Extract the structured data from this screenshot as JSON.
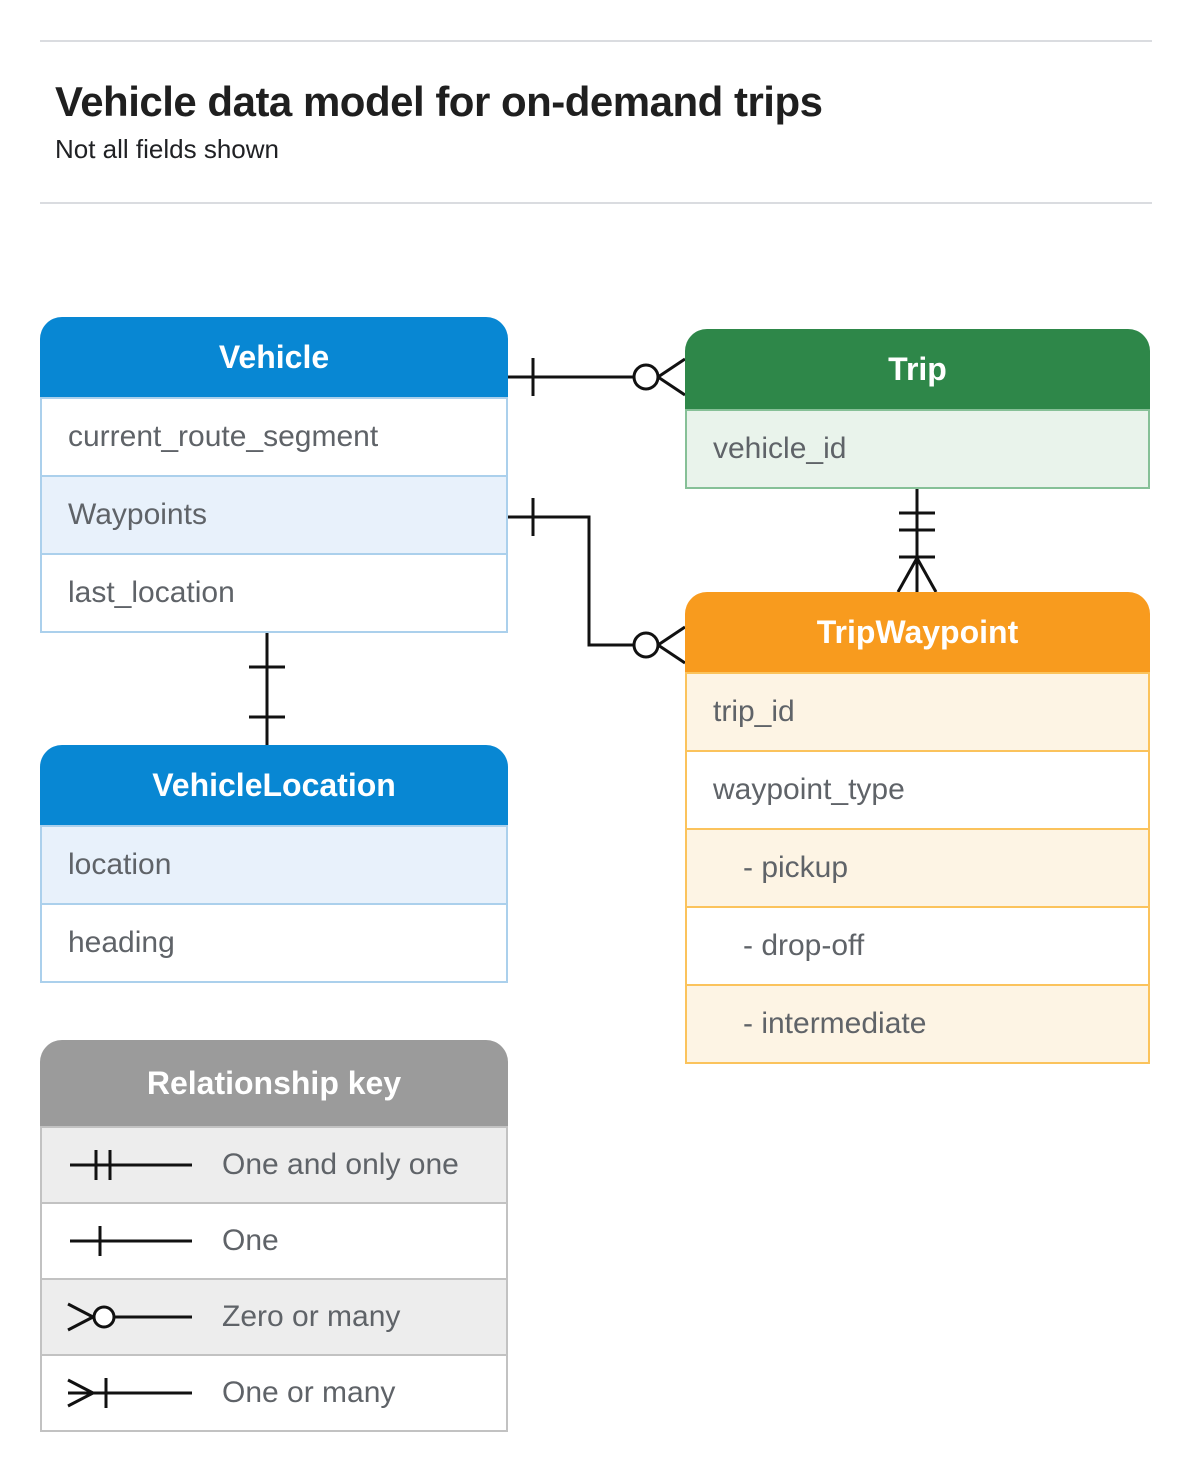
{
  "header": {
    "title": "Vehicle data model for on-demand trips",
    "subtitle": "Not all fields shown"
  },
  "entities": {
    "vehicle": {
      "title": "Vehicle",
      "fields": [
        {
          "label": "current_route_segment"
        },
        {
          "label": "Waypoints"
        },
        {
          "label": "last_location"
        }
      ]
    },
    "trip": {
      "title": "Trip",
      "fields": [
        {
          "label": "vehicle_id"
        }
      ]
    },
    "trip_waypoint": {
      "title": "TripWaypoint",
      "fields": [
        {
          "label": "trip_id"
        },
        {
          "label": "waypoint_type"
        },
        {
          "label": "- pickup"
        },
        {
          "label": "- drop-off"
        },
        {
          "label": "- intermediate"
        }
      ]
    },
    "vehicle_location": {
      "title": "VehicleLocation",
      "fields": [
        {
          "label": "location"
        },
        {
          "label": "heading"
        }
      ]
    }
  },
  "legend": {
    "title": "Relationship key",
    "items": [
      {
        "icon": "one-and-only-one-symbol",
        "label": "One and only one"
      },
      {
        "icon": "one-symbol",
        "label": "One"
      },
      {
        "icon": "zero-or-many-symbol",
        "label": "Zero or many"
      },
      {
        "icon": "one-or-many-symbol",
        "label": "One or many"
      }
    ]
  },
  "relationships": [
    {
      "from": "Vehicle",
      "to": "Trip",
      "from_end": "one",
      "to_end": "zero or many"
    },
    {
      "from": "Vehicle.Waypoints",
      "to": "TripWaypoint",
      "from_end": "one",
      "to_end": "zero or many"
    },
    {
      "from": "Trip",
      "to": "TripWaypoint",
      "from_end": "one and only one",
      "to_end": "one or many"
    },
    {
      "from": "Vehicle",
      "to": "VehicleLocation",
      "from_end": "one",
      "to_end": "one"
    }
  ],
  "colors": {
    "blue_header": "#0887d3",
    "blue_row": "#e8f1fb",
    "blue_border": "#abd0ec",
    "green_header": "#2e8749",
    "green_row": "#e9f3eb",
    "green_border": "#86c097",
    "orange_header": "#f89b1e",
    "orange_row": "#fdf4e4",
    "orange_border": "#fbc35c",
    "gray_header": "#9b9b9b",
    "gray_row": "#ededed",
    "gray_border": "#c2c2c2",
    "field_text": "#5f6368",
    "connector": "#111111",
    "divider": "#dadce0"
  }
}
